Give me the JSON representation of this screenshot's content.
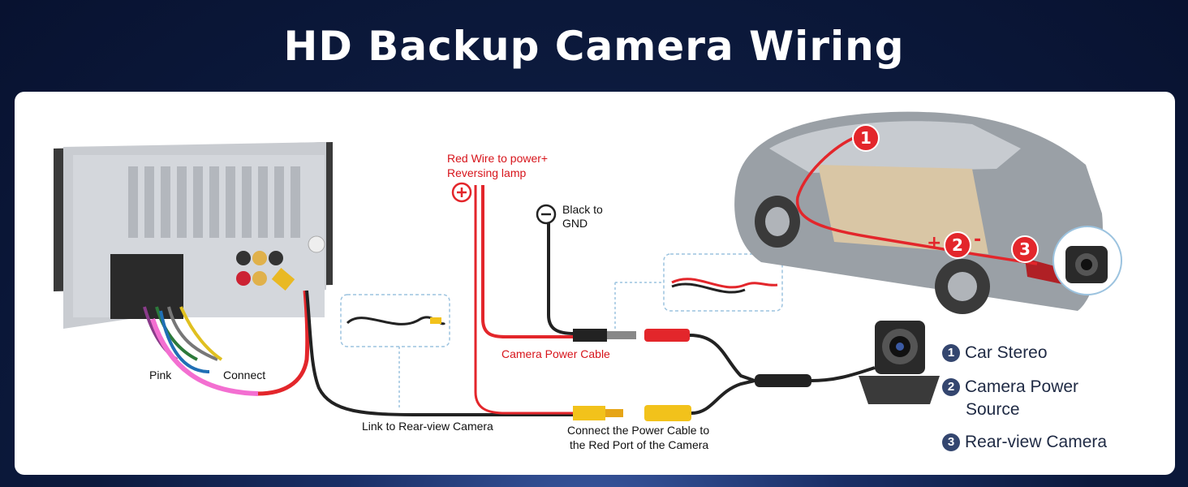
{
  "title": "HD Backup Camera Wiring",
  "labels": {
    "red_wire": "Red Wire to power+",
    "reversing_lamp": "Reversing lamp",
    "black_to": "Black to",
    "gnd": "GND",
    "pink": "Pink",
    "connect": "Connect",
    "camera_power_cable": "Camera Power Cable",
    "link_rear": "Link to Rear-view Camera",
    "connect_power_1": "Connect the Power Cable to",
    "connect_power_2": "the Red Port of the Camera"
  },
  "callouts": {
    "one": "1",
    "two": "2",
    "three": "3",
    "plus": "+",
    "minus": "-"
  },
  "legend": [
    {
      "num": "1",
      "line1": "Car Stereo",
      "line2": ""
    },
    {
      "num": "2",
      "line1": "Camera Power",
      "line2": "Source"
    },
    {
      "num": "3",
      "line1": "Rear-view Camera",
      "line2": ""
    }
  ],
  "colors": {
    "red_wire": "#e3262b",
    "black_wire": "#222222",
    "pink_wire": "#f36fd1",
    "rca_yellow": "#f2c21b",
    "badge": "#34466f"
  },
  "icons": [
    "plus-circle-icon",
    "minus-circle-icon"
  ]
}
